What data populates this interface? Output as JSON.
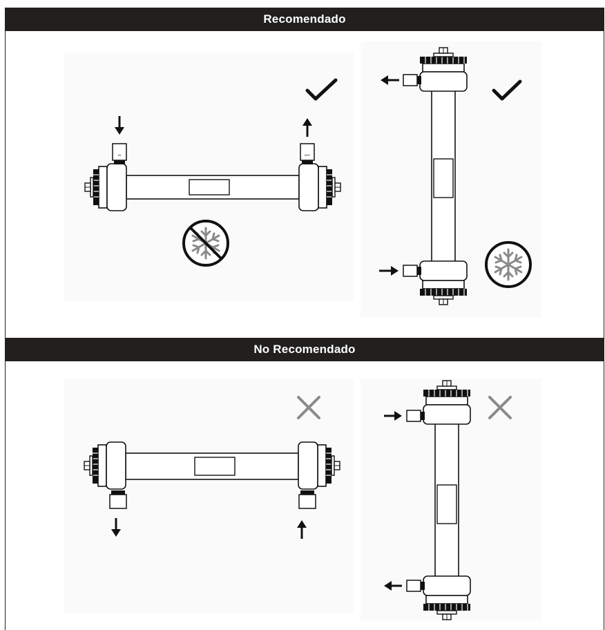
{
  "sections": {
    "recommended": {
      "title": "Recomendado"
    },
    "not_recommended": {
      "title": "No Recomendado"
    }
  },
  "port_labels": {
    "in": "IN",
    "out": "OUT"
  },
  "colors": {
    "header_bg": "#221f1f",
    "header_text": "#ffffff",
    "line": "#111111",
    "symbol_gray": "#8a8a8a"
  },
  "icons": [
    "check-icon",
    "cross-icon",
    "snowflake-icon",
    "no-freeze-icon",
    "arrow-icon"
  ]
}
